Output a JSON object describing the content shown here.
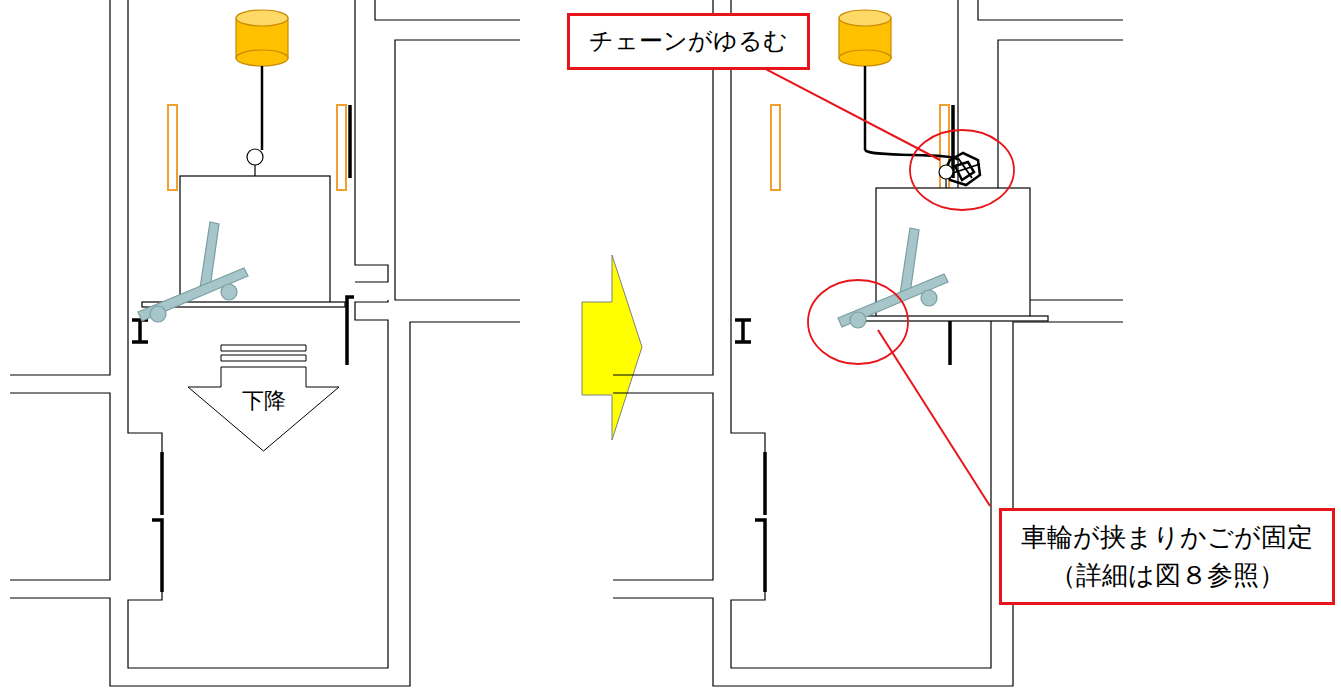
{
  "diagram": {
    "nodes": [
      {
        "text": [
          "下降"
        ]
      },
      {
        "text": [
          "チェーンがゆるむ"
        ]
      },
      {
        "text": [
          "車輪が挟まりかごが固定",
          "（詳細は図８参照）"
        ]
      }
    ]
  }
}
